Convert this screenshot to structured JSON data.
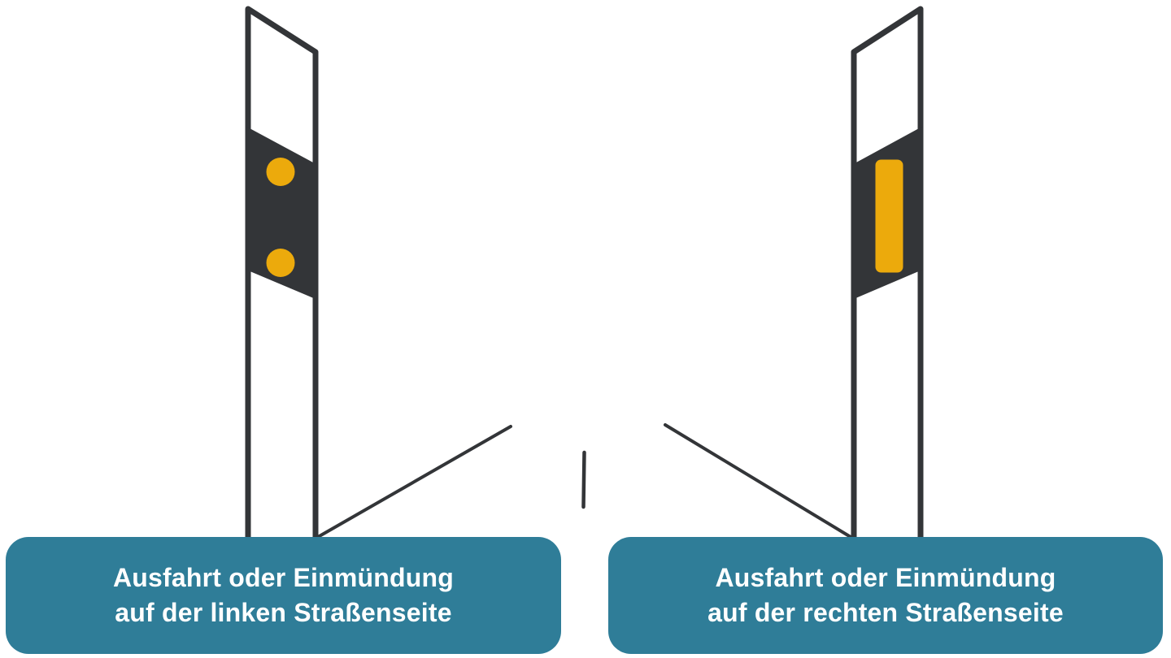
{
  "colors": {
    "background": "#ffffff",
    "outline": "#333538",
    "band": "#333538",
    "marker": "#ecaa0c",
    "label-bg": "#2f7d98",
    "label-text": "#ffffff"
  },
  "labels": {
    "left": {
      "line1": "Ausfahrt oder Einmündung",
      "line2": "auf der linken Straßenseite"
    },
    "right": {
      "line1": "Ausfahrt oder Einmündung",
      "line2": "auf der rechten Straßenseite"
    }
  },
  "icons": {
    "left_post_marker": "two-amber-dots-marker",
    "right_post_marker": "amber-vertical-bar-marker",
    "road": "junction-road-lines"
  }
}
